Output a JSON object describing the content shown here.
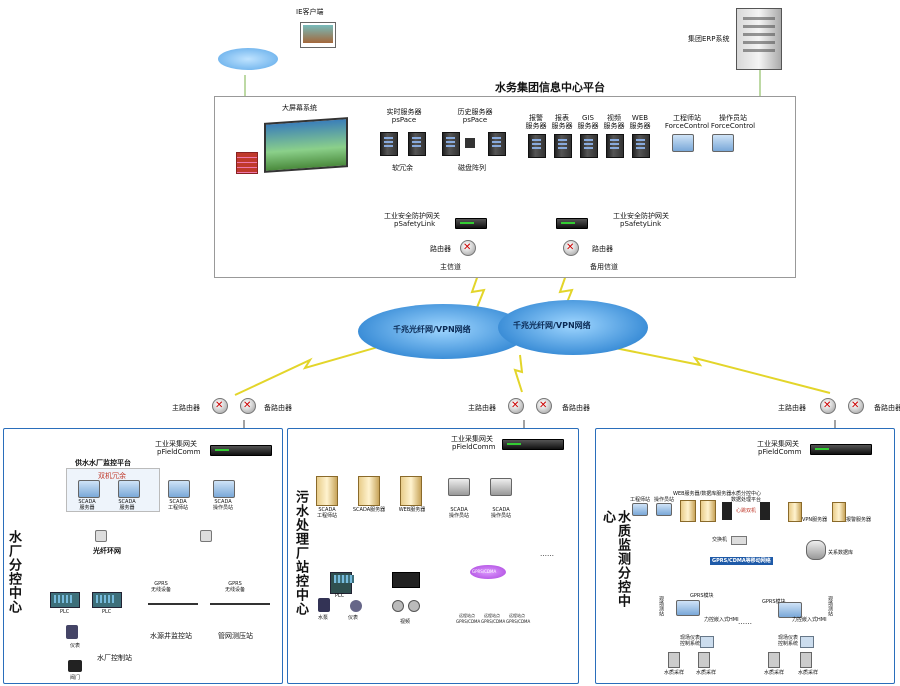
{
  "ie_client": "IE客户端",
  "erp": "集团ERP系统",
  "center_title": "水务集团信息中心平台",
  "big_screen": "大屏幕系统",
  "rt_server": {
    "l1": "实时服务器",
    "l2": "psPace"
  },
  "hist_server": {
    "l1": "历史服务器",
    "l2": "psPace"
  },
  "redundancy": "软冗余",
  "disk_array": "磁盘阵列",
  "servers": [
    {
      "l1": "报警",
      "l2": "服务器"
    },
    {
      "l1": "报表",
      "l2": "服务器"
    },
    {
      "l1": "GIS",
      "l2": "服务器"
    },
    {
      "l1": "视频",
      "l2": "服务器"
    },
    {
      "l1": "WEB",
      "l2": "服务器"
    }
  ],
  "eng_station": {
    "l1": "工程师站",
    "l2": "ForceControl"
  },
  "op_station": {
    "l1": "操作员站",
    "l2": "ForceControl"
  },
  "safety_gw": {
    "l1": "工业安全防护网关",
    "l2": "pSafetyLink"
  },
  "router": "路由器",
  "main_channel": "主信道",
  "backup_channel": "备用信道",
  "cloud_label": "千兆光纤网/VPN网络",
  "main_router": "主路由器",
  "backup_router": "备路由器",
  "collect_gw": {
    "l1": "工业采集网关",
    "l2": "pFieldComm"
  },
  "left": {
    "title": "水厂分控中心",
    "platform": "供水水厂监控平台",
    "redundant": "双机冗余",
    "scada1": {
      "l1": "SCADA",
      "l2": "服务器"
    },
    "scada2": {
      "l1": "SCADA",
      "l2": "服务器"
    },
    "scada3": {
      "l1": "SCADA",
      "l2": "工程师站"
    },
    "scada4": {
      "l1": "SCADA",
      "l2": "操作员站"
    },
    "ring": "光纤环网",
    "gprs1": {
      "l1": "GPRS",
      "l2": "无线设备"
    },
    "gprs2": {
      "l1": "GPRS",
      "l2": "无线设备"
    },
    "plc1": "PLC",
    "plc2": "PLC",
    "inst": "仪表",
    "valve": "阀门",
    "plant_ctrl": "水厂控制站",
    "well_station": "水源井监控站",
    "pipe_station": "管网测压站"
  },
  "middle": {
    "title": "污水处理厂站控中心",
    "servers": [
      {
        "l1": "SCADA",
        "l2": "工程师站"
      },
      {
        "l1": "SCADA服务器",
        "l2": ""
      },
      {
        "l1": "WEB服务器",
        "l2": ""
      },
      {
        "l1": "SCADA",
        "l2": "操作员站"
      },
      {
        "l1": "SCADA",
        "l2": "操作员站"
      }
    ],
    "ellipsis": "……",
    "plc": "PLC",
    "pump": "水泵",
    "meter": "仪表",
    "video": "视频",
    "gprs_cdma": "GPRS/CDMA",
    "remote": [
      {
        "l1": "远程站点",
        "l2": "GPRS/CDMA"
      },
      {
        "l1": "远程站点",
        "l2": "GPRS/CDMA"
      },
      {
        "l1": "远程站点",
        "l2": "GPRS/CDMA"
      }
    ]
  },
  "right": {
    "title": "水质监测分控中心",
    "eng": "工程师站",
    "op": "操作员站",
    "web_db": "WEB服务器/数据库服务器",
    "platform": {
      "l1": "水质分控中心",
      "l2": "数据处理平台"
    },
    "redundant": "心跳双机",
    "vpn": "VPN服务器",
    "alarm": "报警服务器",
    "switch": "交换机",
    "gprs_net": "GPRS/CDMA等移动网络",
    "rdb": "关系数据库",
    "gprs_module": "GPRS模块",
    "site": "现场测站",
    "hmi": "力控嵌入式HMI",
    "ellipsis": "……",
    "ctrl": {
      "l1": "现场仪表",
      "l2": "控制系统"
    },
    "sampling": "水质采样"
  }
}
